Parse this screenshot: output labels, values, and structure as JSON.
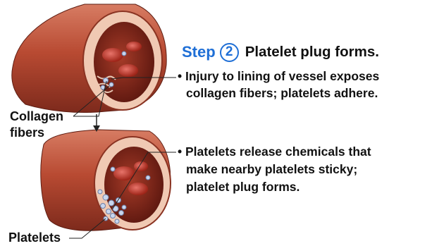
{
  "step": {
    "word": "Step",
    "number": "2",
    "title": "Platelet plug forms."
  },
  "bullets": [
    {
      "lines": [
        "• Injury to lining of vessel exposes",
        "collagen fibers; platelets adhere."
      ]
    },
    {
      "lines": [
        "• Platelets release chemicals that",
        "make nearby platelets sticky;",
        "platelet plug forms."
      ]
    }
  ],
  "labels": {
    "collagen": [
      "Collagen",
      "fibers"
    ],
    "platelets": "Platelets"
  },
  "colors": {
    "step_accent": "#1f6fd6",
    "vessel_wall": "#b84a32",
    "vessel_lumen": "#7a2418",
    "red_blood_cell": "#c0392b",
    "platelet": "#c9d6ee",
    "collagen": "#e7c7b4"
  }
}
